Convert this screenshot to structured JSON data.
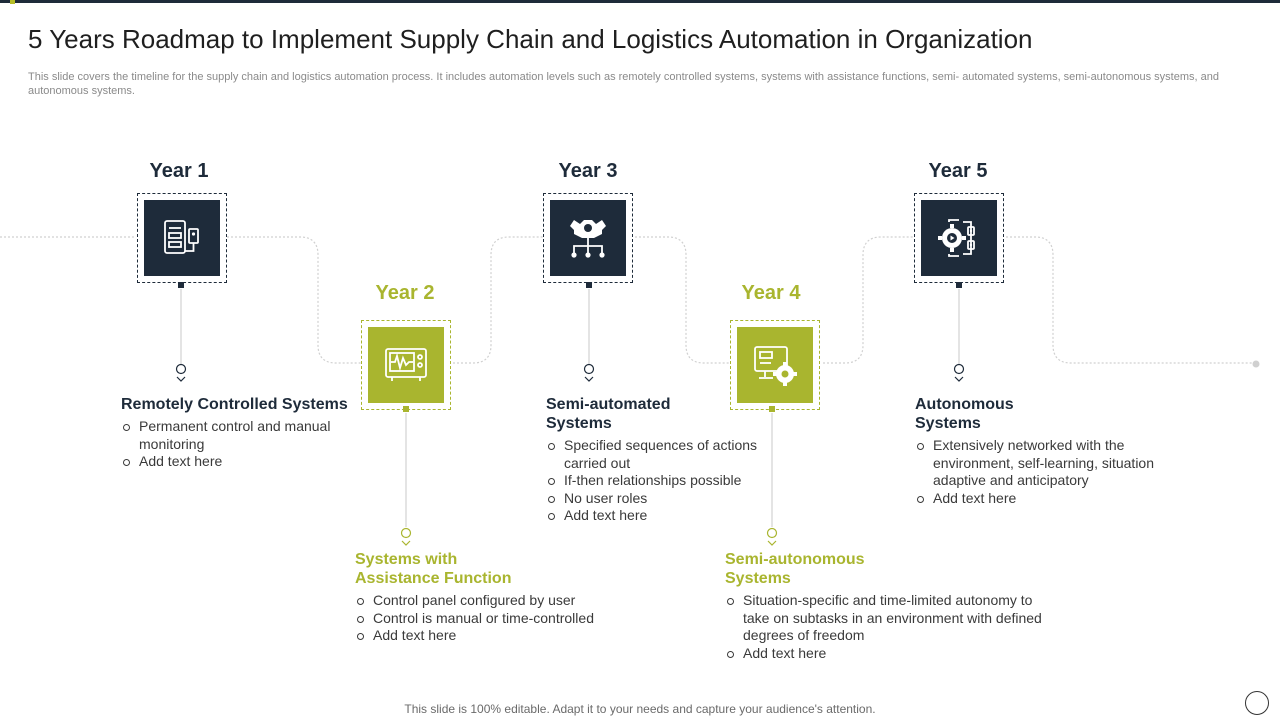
{
  "title": "5 Years Roadmap to Implement Supply Chain and Logistics Automation in Organization",
  "subtitle": "This slide covers the timeline for the supply chain and logistics automation process. It includes automation levels such as remotely controlled systems, systems with assistance functions, semi- automated systems, semi-autonomous systems, and autonomous systems.",
  "colors": {
    "dark": "#1e2b3a",
    "accent": "#a9b52f"
  },
  "years": [
    {
      "label": "Year 1",
      "icon": "control-panel-icon",
      "heading": "Remotely Controlled Systems",
      "bullets": [
        "Permanent control and manual monitoring",
        "Add text here"
      ]
    },
    {
      "label": "Year 2",
      "icon": "monitor-oscilloscope-icon",
      "heading": "Systems with Assistance Function",
      "bullets": [
        "Control panel configured by user",
        "Control is manual or time-controlled",
        "Add text here"
      ]
    },
    {
      "label": "Year 3",
      "icon": "gear-network-icon",
      "heading": "Semi-automated Systems",
      "bullets": [
        "Specified sequences of actions carried out",
        "If-then relationships possible",
        "No user roles",
        "Add text here"
      ]
    },
    {
      "label": "Year 4",
      "icon": "computer-gear-icon",
      "heading": "Semi-autonomous Systems",
      "bullets": [
        "Situation-specific and time-limited autonomy to take on subtasks in an environment with defined degrees of freedom",
        "Add text here"
      ]
    },
    {
      "label": "Year 5",
      "icon": "gear-automation-icon",
      "heading": "Autonomous Systems",
      "bullets": [
        "Extensively networked with the environment, self-learning, situation adaptive and anticipatory",
        "Add text here"
      ]
    }
  ],
  "footer": "This slide is 100% editable. Adapt it to your needs and capture your audience's attention."
}
